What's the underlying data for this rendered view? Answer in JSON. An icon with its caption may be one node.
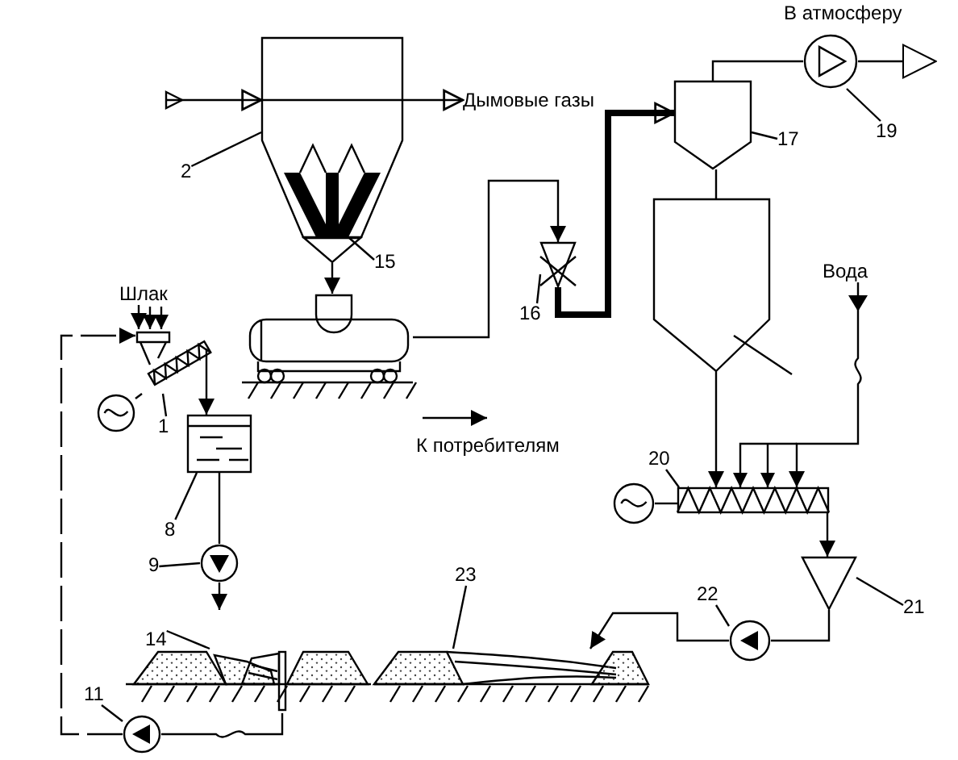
{
  "diagram": {
    "nodes": [
      {
        "text": [
          "Шлак"
        ]
      },
      {
        "text": [],
        "shape": "box"
      },
      {
        "text": [],
        "shape": "circle"
      },
      {
        "text": [
          "1"
        ]
      },
      {
        "text": [],
        "shape": "box"
      },
      {
        "text": [
          "2"
        ]
      },
      {
        "text": [],
        "shape": "triangle"
      },
      {
        "text": [
          "15"
        ]
      },
      {
        "text": [],
        "shape": "cylinder"
      },
      {
        "text": [],
        "shape": "triangle"
      },
      {
        "text": [
          "16"
        ]
      },
      {
        "text": [],
        "shape": "box"
      },
      {
        "text": [
          "17"
        ]
      },
      {
        "text": [],
        "shape": "circle"
      },
      {
        "text": [
          "19"
        ]
      },
      {
        "text": [],
        "shape": "box"
      },
      {
        "text": [
          "Вода"
        ]
      },
      {
        "text": [],
        "shape": "box"
      },
      {
        "text": [],
        "shape": "circle"
      },
      {
        "text": [
          "20"
        ]
      },
      {
        "text": [],
        "shape": "triangle"
      },
      {
        "text": [
          "21"
        ]
      },
      {
        "text": [],
        "shape": "circle"
      },
      {
        "text": [
          "22"
        ]
      },
      {
        "text": [],
        "shape": "box"
      },
      {
        "text": [
          "8"
        ]
      },
      {
        "text": [],
        "shape": "circle"
      },
      {
        "text": [
          "9"
        ]
      },
      {
        "text": [],
        "shape": "circle"
      },
      {
        "text": [
          "11"
        ]
      },
      {
        "text": [],
        "shape": "mound"
      },
      {
        "text": [
          "14"
        ]
      },
      {
        "text": [],
        "shape": "mound"
      },
      {
        "text": [
          "23"
        ]
      },
      {
        "text": [
          "Дымовые газы"
        ]
      }
    ],
    "edges": [
      {
        "from": 0,
        "to": 1,
        "arrow": "to"
      },
      {
        "from": 2,
        "to": 1,
        "arrow": "none"
      },
      {
        "from": 3,
        "to": 1,
        "arrow": "none"
      },
      {
        "from": 1,
        "to": 24,
        "arrow": "to"
      },
      {
        "from": 24,
        "to": 26,
        "arrow": "none"
      },
      {
        "from": 26,
        "to": null,
        "arrow": "to"
      },
      {
        "from": 25,
        "to": 24,
        "arrow": "none"
      },
      {
        "from": 27,
        "to": 26,
        "arrow": "none"
      },
      {
        "from": 28,
        "to": 1,
        "arrow": "to",
        "style": "dashed"
      },
      {
        "from": 30,
        "to": 28,
        "arrow": "none"
      },
      {
        "from": 29,
        "to": 28,
        "arrow": "none"
      },
      {
        "from": null,
        "to": 4,
        "arrow": "to"
      },
      {
        "from": 4,
        "to": 34,
        "arrow": "to"
      },
      {
        "from": 5,
        "to": 4,
        "arrow": "none"
      },
      {
        "from": 6,
        "to": 8,
        "arrow": "to"
      },
      {
        "from": 7,
        "to": 6,
        "arrow": "none"
      },
      {
        "from": 8,
        "to": 9,
        "arrow": "to"
      },
      {
        "from": 9,
        "to": 11,
        "arrow": "to",
        "style": "thick"
      },
      {
        "from": 10,
        "to": 9,
        "arrow": "none"
      },
      {
        "from": 11,
        "to": 13,
        "arrow": "none"
      },
      {
        "from": 13,
        "to": null,
        "arrow": "to"
      },
      {
        "from": 12,
        "to": 11,
        "arrow": "none"
      },
      {
        "from": 14,
        "to": 13,
        "arrow": "none"
      },
      {
        "from": 11,
        "to": 15,
        "arrow": "none"
      },
      {
        "from": 15,
        "to": 17,
        "arrow": "to"
      },
      {
        "from": 16,
        "to": 17,
        "arrow": "to"
      },
      {
        "from": 18,
        "to": 17,
        "arrow": "none"
      },
      {
        "from": 19,
        "to": 17,
        "arrow": "none"
      },
      {
        "from": 17,
        "to": 20,
        "arrow": "to"
      },
      {
        "from": 21,
        "to": 20,
        "arrow": "none"
      },
      {
        "from": 20,
        "to": 22,
        "arrow": "none"
      },
      {
        "from": 22,
        "to": 32,
        "arrow": "to"
      },
      {
        "from": 23,
        "to": 22,
        "arrow": "none"
      },
      {
        "from": 31,
        "to": 30,
        "arrow": "none"
      },
      {
        "from": 33,
        "to": 32,
        "arrow": "none"
      }
    ],
    "labels": [
      "В атмосферу",
      "К потребителям"
    ]
  }
}
